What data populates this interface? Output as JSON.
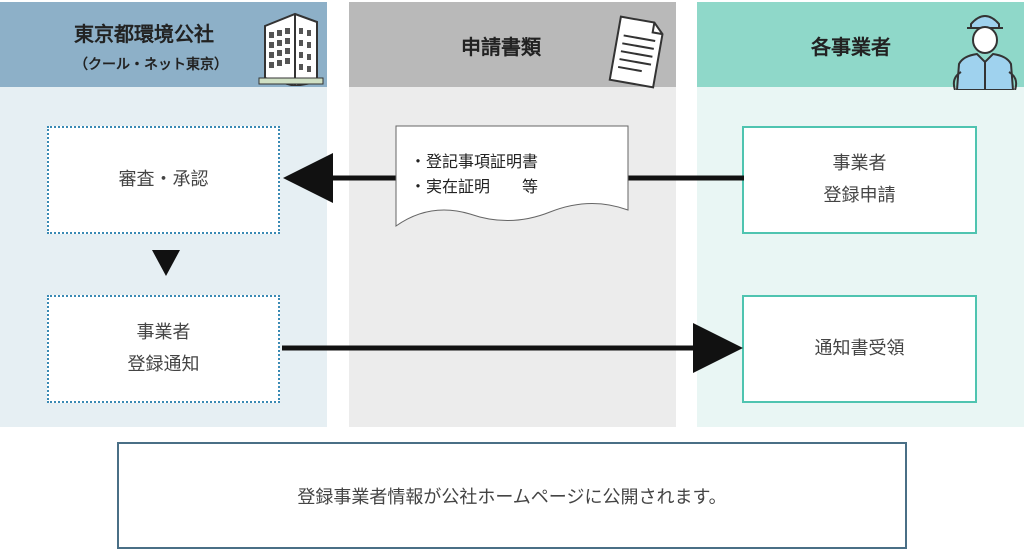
{
  "columns": {
    "left": {
      "title": "東京都環境公社",
      "subtitle": "（クール・ネット東京）",
      "icon": "office-building-icon",
      "boxes": {
        "review": "審査・承認",
        "notify_line1": "事業者",
        "notify_line2": "登録通知"
      }
    },
    "middle": {
      "title": "申請書類",
      "icon": "document-icon",
      "document_items": [
        "・登記事項証明書",
        "・実在証明　　等"
      ]
    },
    "right": {
      "title": "各事業者",
      "icon": "worker-icon",
      "boxes": {
        "apply_line1": "事業者",
        "apply_line2": "登録申請",
        "receive": "通知書受領"
      }
    }
  },
  "notice": "登録事業者情報が公社ホームページに公開されます。",
  "colors": {
    "left_header": "#8db0c8",
    "middle_header": "#b9b9b9",
    "right_header": "#8fd8c9",
    "dotted_border": "#3a8ab4",
    "teal_border": "#4fc4b0",
    "notice_border": "#4a6f86"
  }
}
